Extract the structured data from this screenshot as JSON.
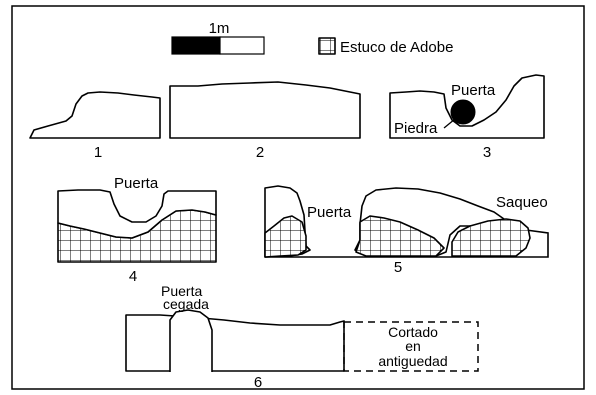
{
  "legend": {
    "scale_label": "1m",
    "hatch_label": "Estuco de Adobe"
  },
  "sections": [
    {
      "number": "1"
    },
    {
      "number": "2"
    },
    {
      "number": "3",
      "labels": [
        "Puerta",
        "Piedra"
      ]
    },
    {
      "number": "4",
      "labels": [
        "Puerta"
      ]
    },
    {
      "number": "5",
      "labels": [
        "Puerta",
        "Saqueo"
      ]
    },
    {
      "number": "6",
      "labels": [
        "Puerta",
        "cegada",
        "Cortado",
        "en",
        "antiguedad"
      ]
    }
  ],
  "colors": {
    "line": "#000000",
    "background": "#ffffff"
  }
}
